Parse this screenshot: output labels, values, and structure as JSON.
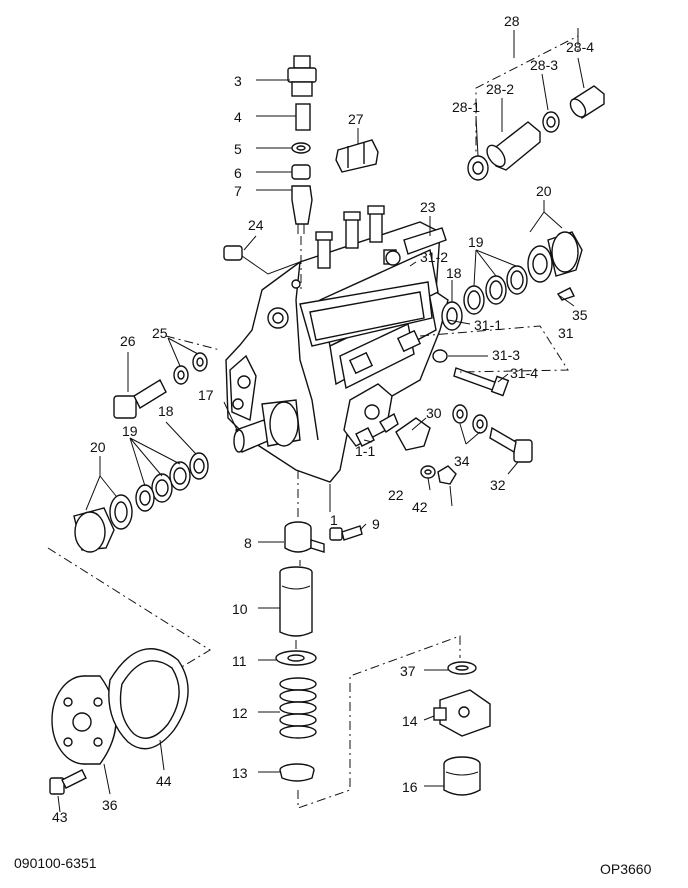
{
  "diagram": {
    "callouts": [
      {
        "id": "c1",
        "text": "1"
      },
      {
        "id": "c1-1",
        "text": "1-1"
      },
      {
        "id": "c3",
        "text": "3"
      },
      {
        "id": "c4",
        "text": "4"
      },
      {
        "id": "c5",
        "text": "5"
      },
      {
        "id": "c6",
        "text": "6"
      },
      {
        "id": "c7",
        "text": "7"
      },
      {
        "id": "c8",
        "text": "8"
      },
      {
        "id": "c9",
        "text": "9"
      },
      {
        "id": "c10",
        "text": "10"
      },
      {
        "id": "c11",
        "text": "11"
      },
      {
        "id": "c12",
        "text": "12"
      },
      {
        "id": "c13",
        "text": "13"
      },
      {
        "id": "c14",
        "text": "14"
      },
      {
        "id": "c16",
        "text": "16"
      },
      {
        "id": "c17",
        "text": "17"
      },
      {
        "id": "c18a",
        "text": "18"
      },
      {
        "id": "c18b",
        "text": "18"
      },
      {
        "id": "c19a",
        "text": "19"
      },
      {
        "id": "c19b",
        "text": "19"
      },
      {
        "id": "c20a",
        "text": "20"
      },
      {
        "id": "c20b",
        "text": "20"
      },
      {
        "id": "c22",
        "text": "22"
      },
      {
        "id": "c23",
        "text": "23"
      },
      {
        "id": "c24",
        "text": "24"
      },
      {
        "id": "c25",
        "text": "25"
      },
      {
        "id": "c26",
        "text": "26"
      },
      {
        "id": "c27",
        "text": "27"
      },
      {
        "id": "c28",
        "text": "28"
      },
      {
        "id": "c28-1",
        "text": "28-1"
      },
      {
        "id": "c28-2",
        "text": "28-2"
      },
      {
        "id": "c28-3",
        "text": "28-3"
      },
      {
        "id": "c28-4",
        "text": "28-4"
      },
      {
        "id": "c30",
        "text": "30"
      },
      {
        "id": "c31",
        "text": "31"
      },
      {
        "id": "c31-1",
        "text": "31-1"
      },
      {
        "id": "c31-2",
        "text": "31-2"
      },
      {
        "id": "c31-3",
        "text": "31-3"
      },
      {
        "id": "c31-4",
        "text": "31-4"
      },
      {
        "id": "c32",
        "text": "32"
      },
      {
        "id": "c34",
        "text": "34"
      },
      {
        "id": "c35",
        "text": "35"
      },
      {
        "id": "c36",
        "text": "36"
      },
      {
        "id": "c37",
        "text": "37"
      },
      {
        "id": "c42",
        "text": "42"
      },
      {
        "id": "c43",
        "text": "43"
      },
      {
        "id": "c44",
        "text": "44"
      }
    ]
  },
  "footer": {
    "left_code": "090100-6351",
    "right_code": "OP3660"
  }
}
